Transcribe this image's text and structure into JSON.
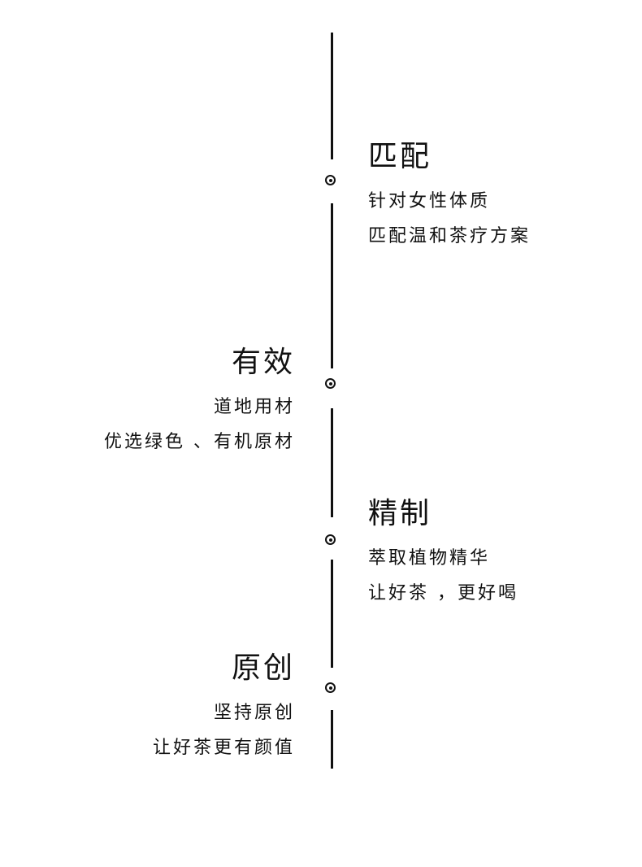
{
  "line_color": "#111111",
  "background_color": "#ffffff",
  "items": [
    {
      "title": "匹配",
      "lines": [
        "针对女性体质",
        "匹配温和茶疗方案"
      ]
    },
    {
      "title": "有效",
      "lines": [
        "道地用材",
        "优选绿色 、有机原材"
      ]
    },
    {
      "title": "精制",
      "lines": [
        "萃取植物精华",
        "让好茶 ，更好喝"
      ]
    },
    {
      "title": "原创",
      "lines": [
        "坚持原创",
        "让好茶更有颜值"
      ]
    }
  ],
  "icons": {
    "timeline_node": "radio-dot-icon"
  }
}
